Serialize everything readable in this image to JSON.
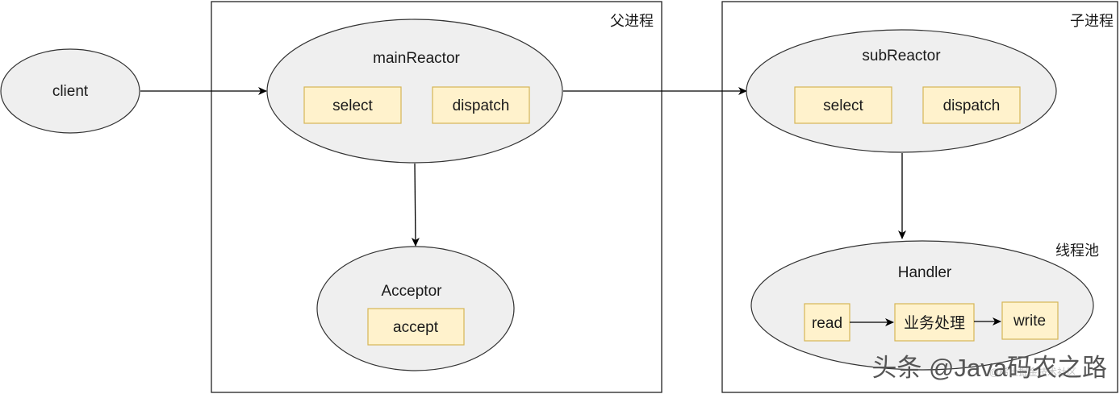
{
  "frames": {
    "parent_process": "父进程",
    "child_process": "子进程",
    "thread_pool": "线程池"
  },
  "nodes": {
    "client": "client",
    "main_reactor": {
      "title": "mainReactor",
      "select": "select",
      "dispatch": "dispatch"
    },
    "acceptor": {
      "title": "Acceptor",
      "accept": "accept"
    },
    "sub_reactor": {
      "title": "subReactor",
      "select": "select",
      "dispatch": "dispatch"
    },
    "handler": {
      "title": "Handler",
      "read": "read",
      "business": "业务处理",
      "write": "write"
    }
  },
  "watermark": {
    "text": "头条 @Java码农之路",
    "subtext": "@稀土掘金技术社区"
  },
  "colors": {
    "ellipse_fill": "#efefef",
    "box_fill": "#fff2cc",
    "box_border": "#d6b656"
  }
}
